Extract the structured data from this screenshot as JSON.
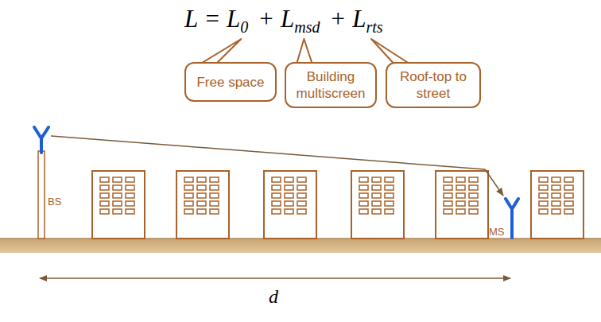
{
  "diagram": {
    "nodes": [
      {
        "text": [
          "Free space"
        ]
      },
      {
        "text": [
          "Building multiscreen"
        ]
      },
      {
        "text": [
          "Roof-top to street"
        ]
      }
    ],
    "labels": [
      "L = L",
      "0",
      "+ L",
      "msd",
      "+ L",
      "rts",
      "BS",
      "MS",
      "d"
    ]
  }
}
